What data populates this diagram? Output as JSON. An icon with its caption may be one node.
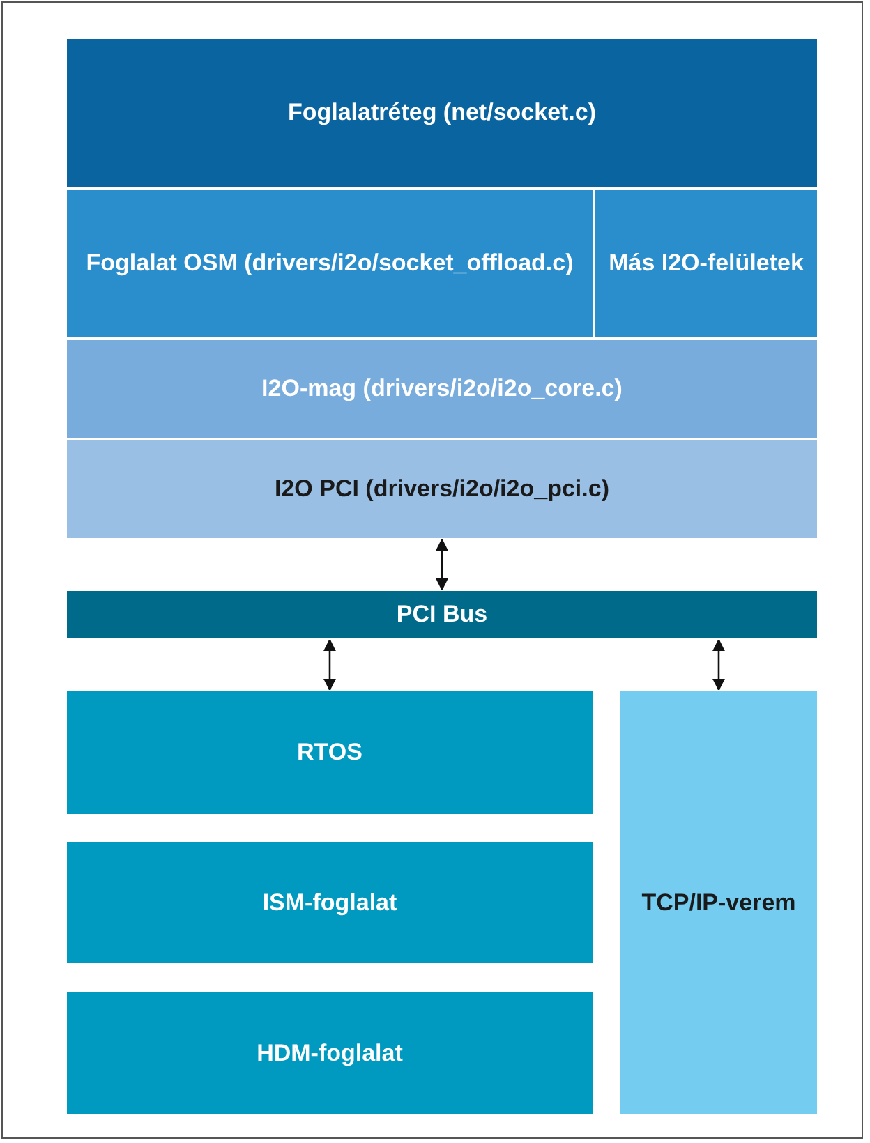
{
  "diagram": {
    "nodes": [
      {
        "text": [
          "Foglalatréteg (net/socket.c)"
        ]
      },
      {
        "text": [
          "Foglalat OSM (drivers/i2o/socket_offload.c)"
        ]
      },
      {
        "text": [
          "Más I2O-felületek"
        ]
      },
      {
        "text": [
          "I2O-mag (drivers/i2o/i2o_core.c)"
        ]
      },
      {
        "text": [
          "I2O PCI (drivers/i2o/i2o_pci.c)"
        ]
      },
      {
        "text": [
          "PCI Bus"
        ]
      },
      {
        "text": [
          "RTOS"
        ]
      },
      {
        "text": [
          "ISM-foglalat"
        ]
      },
      {
        "text": [
          "HDM-foglalat"
        ]
      },
      {
        "text": [
          "TCP/IP-verem"
        ]
      }
    ],
    "edges": [
      {
        "from": 4,
        "to": 5,
        "arrow": "both"
      },
      {
        "from": 5,
        "to": 6,
        "arrow": "both"
      },
      {
        "from": 5,
        "to": 9,
        "arrow": "both"
      }
    ]
  }
}
